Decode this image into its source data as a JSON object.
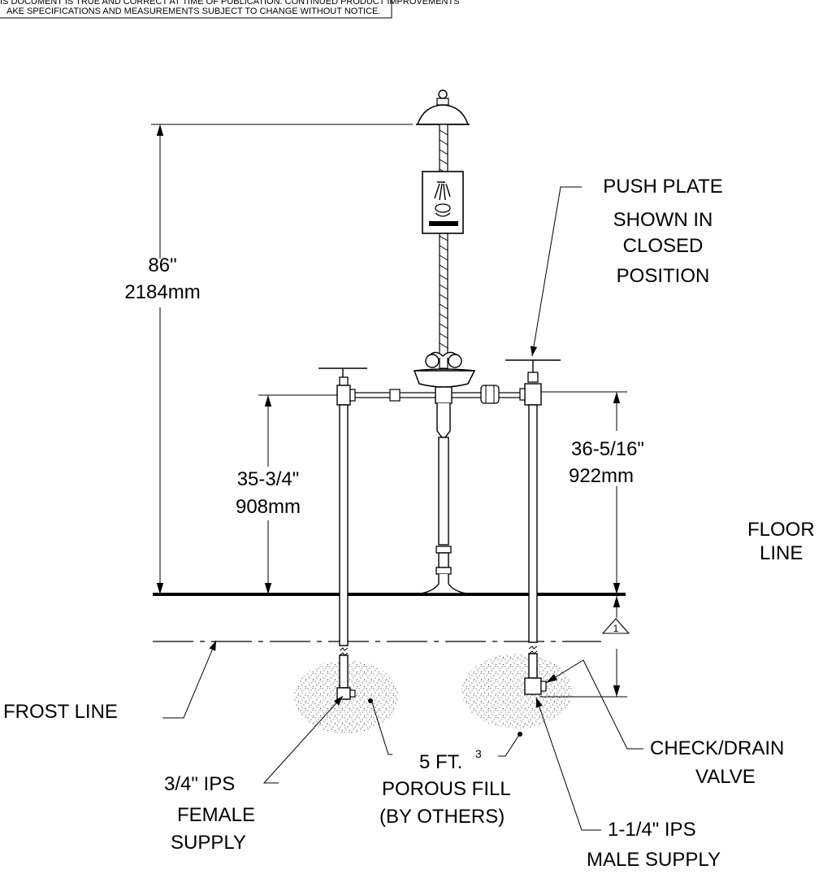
{
  "notice": {
    "line1": "IS DOCUMENT IS TRUE AND CORRECT AT TIME OF PUBLICATION. CONTINUED PRODUCT IMPROVEMENTS",
    "line2": "AKE SPECIFICATIONS AND MEASUREMENTS SUBJECT TO CHANGE WITHOUT NOTICE."
  },
  "dimensions": {
    "overall_in": "86\"",
    "overall_mm": "2184mm",
    "left_in": "35-3/4\"",
    "left_mm": "908mm",
    "right_in": "36-5/16\"",
    "right_mm": "922mm"
  },
  "callouts": {
    "push_plate_1": "PUSH PLATE",
    "push_plate_2": "SHOWN IN",
    "push_plate_3": "CLOSED",
    "push_plate_4": "POSITION",
    "floor_1": "FLOOR",
    "floor_2": "LINE",
    "frost_line": "FROST LINE",
    "female_1": "3/4\" IPS",
    "female_2": "FEMALE",
    "female_3": "SUPPLY",
    "fill_1": "5 FT.",
    "fill_sup": "3",
    "fill_2": "POROUS FILL",
    "fill_3": "(BY OTHERS)",
    "check_1": "CHECK/DRAIN",
    "check_2": "VALVE",
    "male_1": "1-1/4\" IPS",
    "male_2": "MALE SUPPLY",
    "triangle_note": "1"
  }
}
